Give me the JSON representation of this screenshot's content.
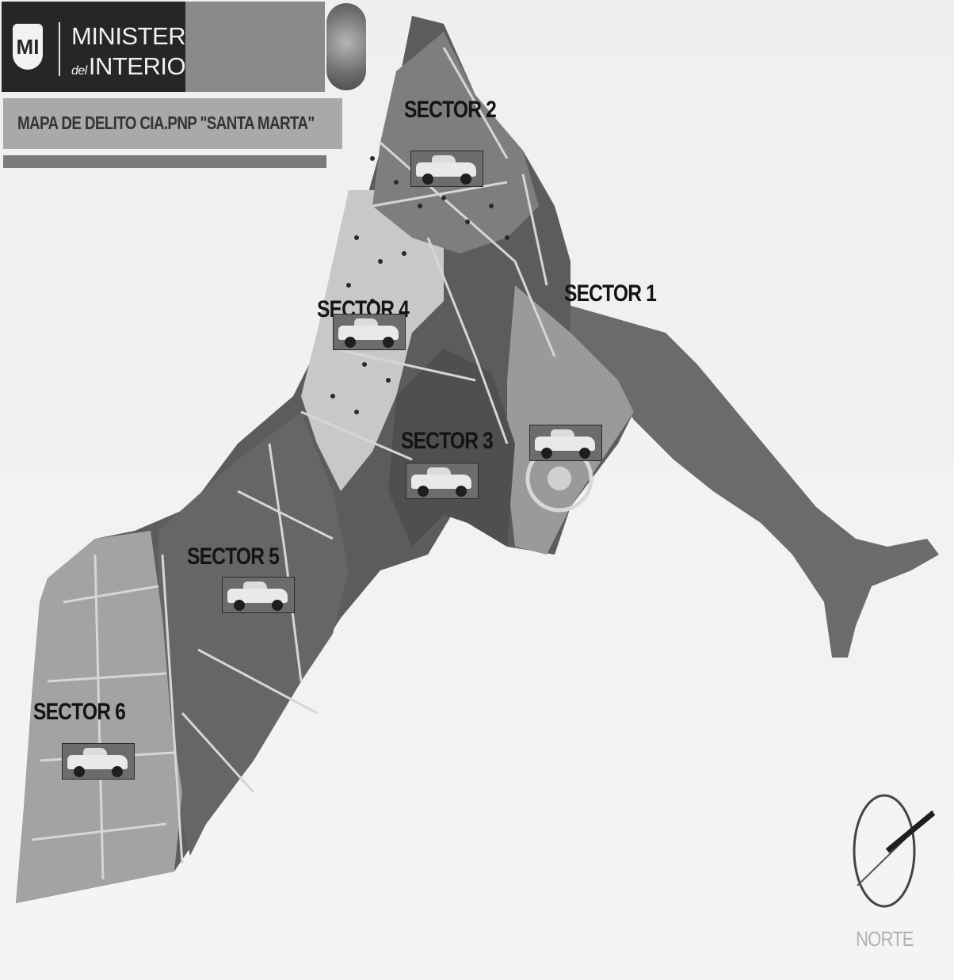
{
  "header": {
    "badge": "MI",
    "ministry_line1": "MINISTERIO",
    "ministry_prefix": "del",
    "ministry_line2": "INTERIOR"
  },
  "map": {
    "title": "MAPA DE DELITO CIA.PNP \"SANTA MARTA\"",
    "sectors": [
      {
        "label": "SECTOR 1"
      },
      {
        "label": "SECTOR 2"
      },
      {
        "label": "SECTOR 3"
      },
      {
        "label": "SECTOR 4"
      },
      {
        "label": "SECTOR 5"
      },
      {
        "label": "SECTOR 6"
      }
    ]
  },
  "compass": {
    "label": "NORTE"
  },
  "colors": {
    "dark_header": "#262626",
    "title_bar": "#a9a9a9",
    "map_dark": "#5a5a5a",
    "map_light": "#c4c4c4"
  }
}
